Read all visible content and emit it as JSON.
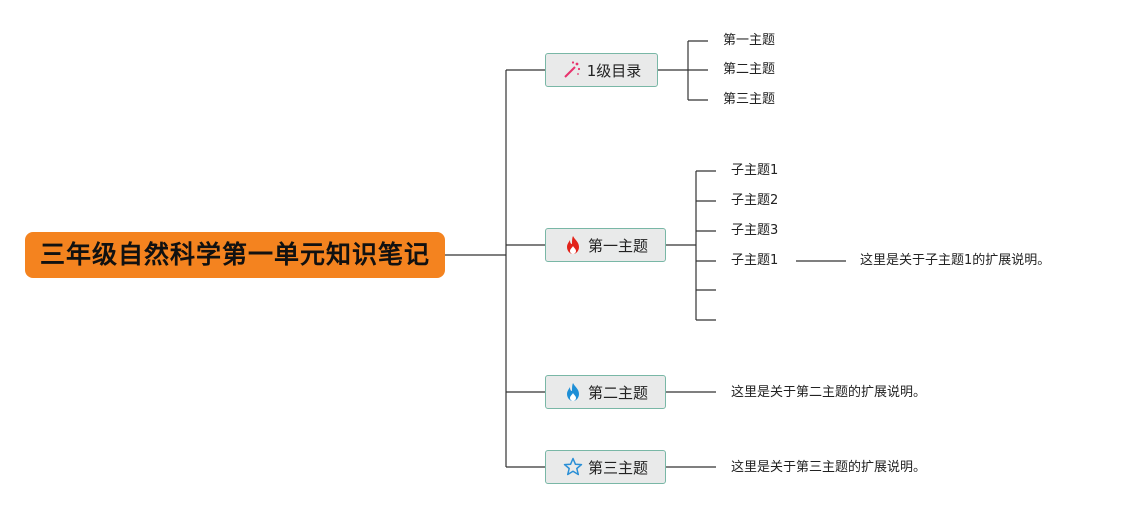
{
  "root": {
    "title": "三年级自然科学第一单元知识笔记"
  },
  "branches": [
    {
      "label": "1级目录",
      "icon": "magic-wand-icon",
      "children": [
        "第一主题",
        "第二主题",
        "第三主题"
      ]
    },
    {
      "label": "第一主题",
      "icon": "flame-icon",
      "children": [
        "子主题1",
        "子主题2",
        "子主题3",
        "子主题1",
        "",
        ""
      ],
      "note": "这里是关于子主题1的扩展说明。"
    },
    {
      "label": "第二主题",
      "icon": "blue-flame-icon",
      "note": "这里是关于第二主题的扩展说明。"
    },
    {
      "label": "第三主题",
      "icon": "star-outline-icon",
      "note": "这里是关于第三主题的扩展说明。"
    }
  ],
  "colors": {
    "root_fill": "#f4831f",
    "branch_fill": "#e9eaea",
    "branch_border": "#79b7a6",
    "line": "#333333",
    "flame_red": "#e2231a",
    "flame_blue": "#1e8fd6",
    "wand_pink": "#e8336d",
    "star_blue": "#2a8fd6"
  }
}
